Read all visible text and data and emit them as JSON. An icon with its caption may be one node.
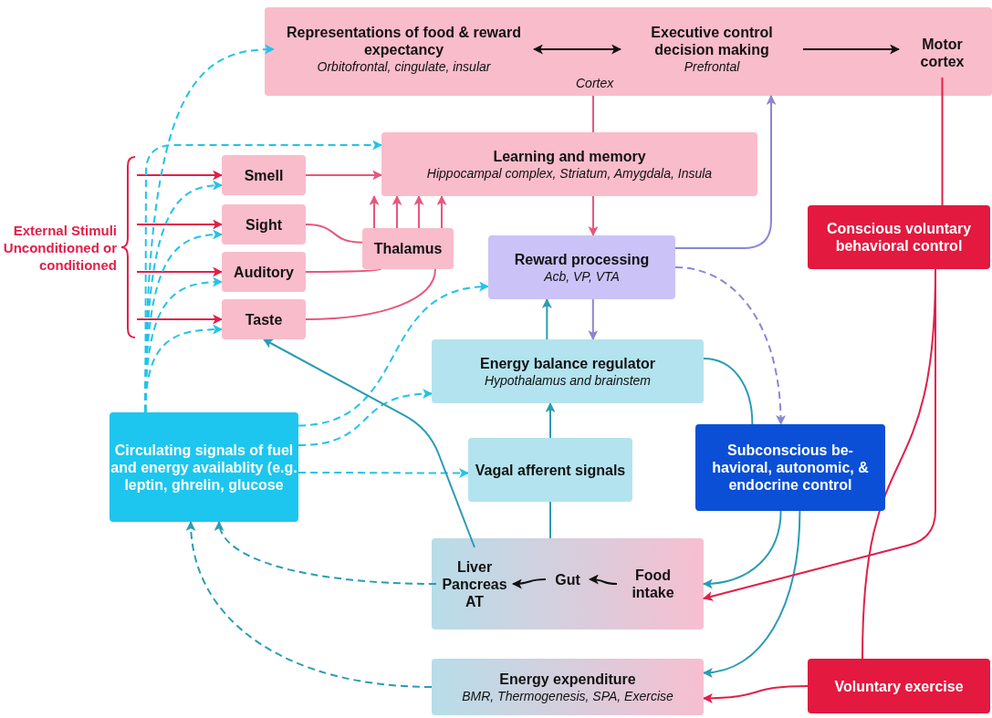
{
  "diagram": {
    "nodes": [
      {
        "text": [
          "Cortex"
        ]
      },
      {
        "text": [
          "Representations of food & reward expectancy",
          "Orbitofrontal, cingulate, insular"
        ],
        "in": 0
      },
      {
        "text": [
          "Executive control decision making",
          "Prefrontal"
        ],
        "in": 0
      },
      {
        "text": [
          "Motor cortex"
        ],
        "in": 0
      },
      {
        "text": [
          "Learning and memory",
          "Hippocampal complex, Striatum, Amygdala, Insula"
        ]
      },
      {
        "text": [
          "External Stimuli Unconditioned or conditioned"
        ]
      },
      {
        "text": [
          "Smell"
        ]
      },
      {
        "text": [
          "Sight"
        ]
      },
      {
        "text": [
          "Auditory"
        ]
      },
      {
        "text": [
          "Taste"
        ]
      },
      {
        "text": [
          "Thalamus"
        ]
      },
      {
        "text": [
          "Reward processing",
          "Acb, VP, VTA"
        ]
      },
      {
        "text": [
          "Conscious voluntary behavioral control"
        ]
      },
      {
        "text": [
          "Energy balance regulator",
          "Hypothalamus and brainstem"
        ]
      },
      {
        "text": [
          "Circulating signals of fuel and energy availablity (e.g. leptin, ghrelin, glucose"
        ]
      },
      {
        "text": [
          "Vagal afferent signals"
        ]
      },
      {
        "text": [
          "Subconscious be- havioral, autonomic, & endocrine control"
        ]
      },
      {
        "text": [],
        "shape": "box"
      },
      {
        "text": [
          "Liver Pancreas AT"
        ],
        "in": 17
      },
      {
        "text": [
          "Gut"
        ],
        "in": 17
      },
      {
        "text": [
          "Food intake"
        ],
        "in": 17
      },
      {
        "text": [
          "Energy expenditure",
          "BMR, Thermogenesis, SPA, Exercise"
        ]
      },
      {
        "text": [
          "Voluntary exercise"
        ]
      }
    ],
    "edges": [
      {
        "from": 1,
        "to": 2,
        "arrow": "both",
        "color": "#111111"
      },
      {
        "from": 2,
        "to": 3,
        "arrow": "to",
        "color": "#111111"
      },
      {
        "from": 0,
        "to": 4,
        "arrow": "none"
      },
      {
        "from": 4,
        "to": 11,
        "arrow": "to"
      },
      {
        "from": 11,
        "to": 0,
        "arrow": "to",
        "color": "#8a86d6"
      },
      {
        "from": 11,
        "to": 13,
        "arrow": "to",
        "color": "#8a86d6"
      },
      {
        "from": 13,
        "to": 11,
        "arrow": "to",
        "color": "#2a9cb4"
      },
      {
        "from": 11,
        "to": 16,
        "arrow": "to",
        "style": "dashed",
        "color": "#8a86d6"
      },
      {
        "from": 5,
        "to": 6,
        "arrow": "to",
        "color": "#e0204a"
      },
      {
        "from": 5,
        "to": 7,
        "arrow": "to",
        "color": "#e0204a"
      },
      {
        "from": 5,
        "to": 8,
        "arrow": "to",
        "color": "#e0204a"
      },
      {
        "from": 5,
        "to": 9,
        "arrow": "to",
        "color": "#e0204a"
      },
      {
        "from": 6,
        "to": 4,
        "arrow": "to"
      },
      {
        "from": 7,
        "to": 10,
        "arrow": "none"
      },
      {
        "from": 8,
        "to": 10,
        "arrow": "none"
      },
      {
        "from": 9,
        "to": 10,
        "arrow": "none"
      },
      {
        "from": 10,
        "to": 4,
        "arrow": "to"
      },
      {
        "from": 10,
        "to": 4,
        "arrow": "to"
      },
      {
        "from": 10,
        "to": 4,
        "arrow": "to"
      },
      {
        "from": 10,
        "to": 4,
        "arrow": "to"
      },
      {
        "from": 14,
        "to": 1,
        "arrow": "to",
        "style": "dashed",
        "color": "#22c3e8"
      },
      {
        "from": 14,
        "to": 4,
        "arrow": "to",
        "style": "dashed",
        "color": "#22c3e8"
      },
      {
        "from": 14,
        "to": 6,
        "arrow": "to",
        "style": "dashed",
        "color": "#22c3e8"
      },
      {
        "from": 14,
        "to": 7,
        "arrow": "to",
        "style": "dashed",
        "color": "#22c3e8"
      },
      {
        "from": 14,
        "to": 8,
        "arrow": "to",
        "style": "dashed",
        "color": "#22c3e8"
      },
      {
        "from": 14,
        "to": 9,
        "arrow": "to",
        "style": "dashed",
        "color": "#22c3e8"
      },
      {
        "from": 14,
        "to": 11,
        "arrow": "to",
        "style": "dashed",
        "color": "#22c3e8"
      },
      {
        "from": 14,
        "to": 13,
        "arrow": "to",
        "style": "dashed",
        "color": "#22c3e8"
      },
      {
        "from": 14,
        "to": 15,
        "arrow": "to",
        "style": "dashed",
        "color": "#22c3e8"
      },
      {
        "from": 15,
        "to": 13,
        "arrow": "to",
        "color": "#2a9cb4"
      },
      {
        "from": 17,
        "to": 15,
        "arrow": "none",
        "color": "#2a9cb4"
      },
      {
        "from": 18,
        "to": 9,
        "arrow": "to",
        "color": "#2a9cb4"
      },
      {
        "from": 18,
        "to": 14,
        "arrow": "to",
        "style": "dashed",
        "color": "#2a9cb4"
      },
      {
        "from": 21,
        "to": 14,
        "arrow": "to",
        "style": "dashed",
        "color": "#2a9cb4"
      },
      {
        "from": 20,
        "to": 19,
        "arrow": "to",
        "color": "#111111"
      },
      {
        "from": 19,
        "to": 18,
        "arrow": "to",
        "color": "#111111"
      },
      {
        "from": 13,
        "to": 16,
        "arrow": "none",
        "color": "#2a9cb4"
      },
      {
        "from": 16,
        "to": 20,
        "arrow": "to",
        "color": "#2a9cb4"
      },
      {
        "from": 16,
        "to": 21,
        "arrow": "to",
        "color": "#2a9cb4"
      },
      {
        "from": 3,
        "to": 12,
        "arrow": "none",
        "color": "#e0204a"
      },
      {
        "from": 12,
        "to": 20,
        "arrow": "to",
        "color": "#e0204a"
      },
      {
        "from": 12,
        "to": 22,
        "arrow": "none",
        "color": "#e0204a"
      },
      {
        "from": 22,
        "to": 21,
        "arrow": "to",
        "color": "#e0204a"
      }
    ]
  }
}
